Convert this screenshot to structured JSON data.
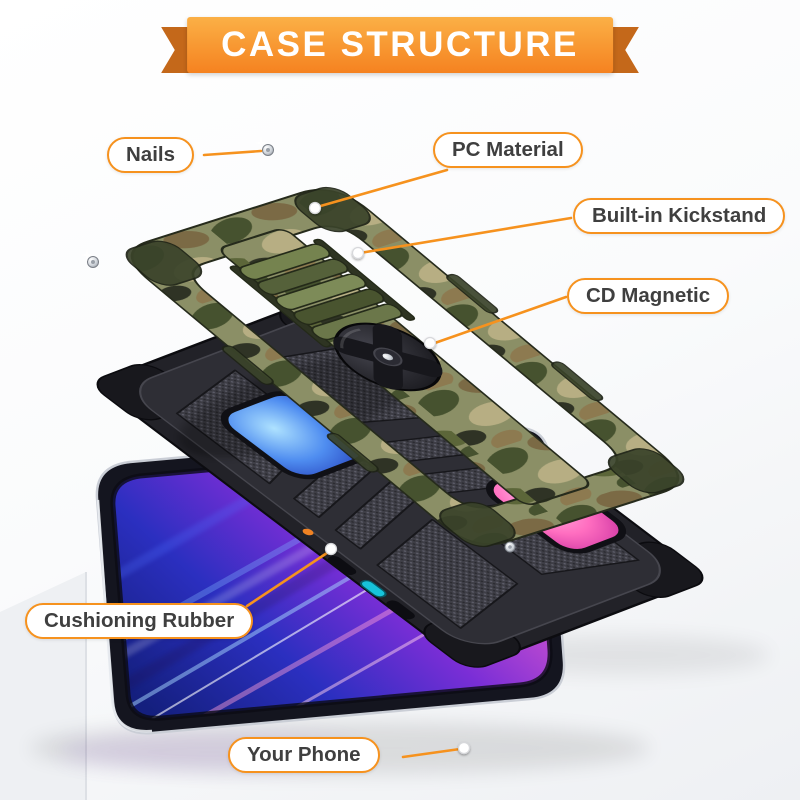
{
  "banner": {
    "title": "CASE STRUCTURE"
  },
  "callouts": [
    {
      "id": "nails",
      "label": "Nails"
    },
    {
      "id": "pc-material",
      "label": "PC Material"
    },
    {
      "id": "built-in-kickstand",
      "label": "Built-in Kickstand"
    },
    {
      "id": "cd-magnetic",
      "label": "CD Magnetic"
    },
    {
      "id": "cushioning-rubber",
      "label": "Cushioning Rubber"
    },
    {
      "id": "your-phone",
      "label": "Your Phone"
    }
  ],
  "colors": {
    "accent_orange": "#F6921E",
    "banner_light": "#FBB046",
    "banner_dark": "#F58220",
    "label_text": "#3F3F3F",
    "camo_olive": "#8B8F66",
    "camo_dark_green": "#46522F",
    "camo_brown": "#7B6A45",
    "camo_tan": "#B7AE83",
    "case_black": "#26262B",
    "screen_blue": "#2B2FC0",
    "screen_magenta": "#FF7AC2",
    "port_teal": "#17C3DA"
  }
}
